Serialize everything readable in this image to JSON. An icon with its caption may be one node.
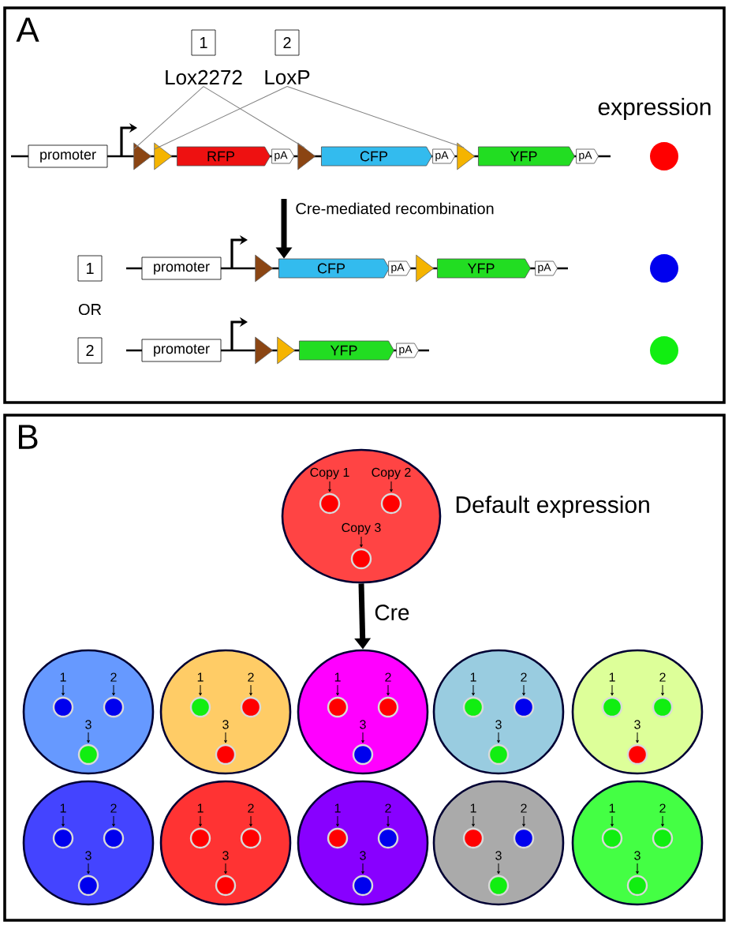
{
  "diagram": {
    "nodes": [
      {
        "text": [
          "A"
        ]
      },
      {
        "text": [
          "B"
        ]
      },
      {
        "text": [
          "1"
        ],
        "in": 0
      },
      {
        "text": [
          "2"
        ],
        "in": 0
      },
      {
        "text": [
          "Lox2272"
        ],
        "in": 0
      },
      {
        "text": [
          "LoxP"
        ],
        "in": 0
      },
      {
        "text": [
          "promoter"
        ],
        "in": 0
      },
      {
        "text": [],
        "shape": "triangle",
        "in": 0
      },
      {
        "text": [],
        "shape": "triangle",
        "in": 0
      },
      {
        "text": [
          "RFP"
        ],
        "in": 0
      },
      {
        "text": [
          "pA"
        ],
        "in": 0
      },
      {
        "text": [],
        "shape": "triangle",
        "in": 0
      },
      {
        "text": [
          "CFP"
        ],
        "in": 0
      },
      {
        "text": [
          "pA"
        ],
        "in": 0
      },
      {
        "text": [],
        "shape": "triangle",
        "in": 0
      },
      {
        "text": [
          "YFP"
        ],
        "in": 0
      },
      {
        "text": [
          "pA"
        ],
        "in": 0
      },
      {
        "text": [
          "1"
        ],
        "in": 0
      },
      {
        "text": [
          "promoter"
        ],
        "in": 0
      },
      {
        "text": [
          "CFP"
        ],
        "in": 0
      },
      {
        "text": [
          "pA"
        ],
        "in": 0
      },
      {
        "text": [
          "YFP"
        ],
        "in": 0
      },
      {
        "text": [
          "pA"
        ],
        "in": 0
      },
      {
        "text": [
          "2"
        ],
        "in": 0
      },
      {
        "text": [
          "promoter"
        ],
        "in": 0
      },
      {
        "text": [
          "YFP"
        ],
        "in": 0
      },
      {
        "text": [
          "pA"
        ],
        "in": 0
      },
      {
        "text": [
          "Copy 1",
          "Copy 2",
          "Copy 3"
        ],
        "beside": [
          "Default expression"
        ],
        "in": 1
      },
      {
        "text": [
          "1",
          "2",
          "3"
        ],
        "in": 1
      },
      {
        "text": [
          "1",
          "2",
          "3"
        ],
        "in": 1
      },
      {
        "text": [
          "1",
          "2",
          "3"
        ],
        "in": 1
      },
      {
        "text": [
          "1",
          "2",
          "3"
        ],
        "in": 1
      },
      {
        "text": [
          "1",
          "2",
          "3"
        ],
        "in": 1
      },
      {
        "text": [
          "1",
          "2",
          "3"
        ],
        "in": 1
      },
      {
        "text": [
          "1",
          "2",
          "3"
        ],
        "in": 1
      },
      {
        "text": [
          "1",
          "2",
          "3"
        ],
        "in": 1
      },
      {
        "text": [
          "1",
          "2",
          "3"
        ],
        "in": 1
      },
      {
        "text": [
          "1",
          "2",
          "3"
        ],
        "in": 1
      },
      {
        "text": [],
        "shape": "triangle",
        "in": 0
      },
      {
        "text": [],
        "shape": "triangle",
        "in": 0
      },
      {
        "text": [],
        "shape": "triangle",
        "in": 0
      },
      {
        "text": [],
        "shape": "triangle",
        "in": 0
      }
    ],
    "edges": [
      {
        "from": 4,
        "to": 7,
        "arrow": "none"
      },
      {
        "from": 4,
        "to": 11,
        "arrow": "none"
      },
      {
        "from": 5,
        "to": 8,
        "arrow": "none"
      },
      {
        "from": 5,
        "to": 14,
        "arrow": "none"
      },
      {
        "from": null,
        "to": 19,
        "arrow": "to",
        "style": "thick",
        "color": "#000000",
        "label": "Cre-mediated recombination"
      },
      {
        "from": 27,
        "to": 30,
        "arrow": "to",
        "style": "thick",
        "color": "#000000",
        "label": "Cre"
      }
    ],
    "labels": [
      "expression",
      "OR"
    ]
  }
}
